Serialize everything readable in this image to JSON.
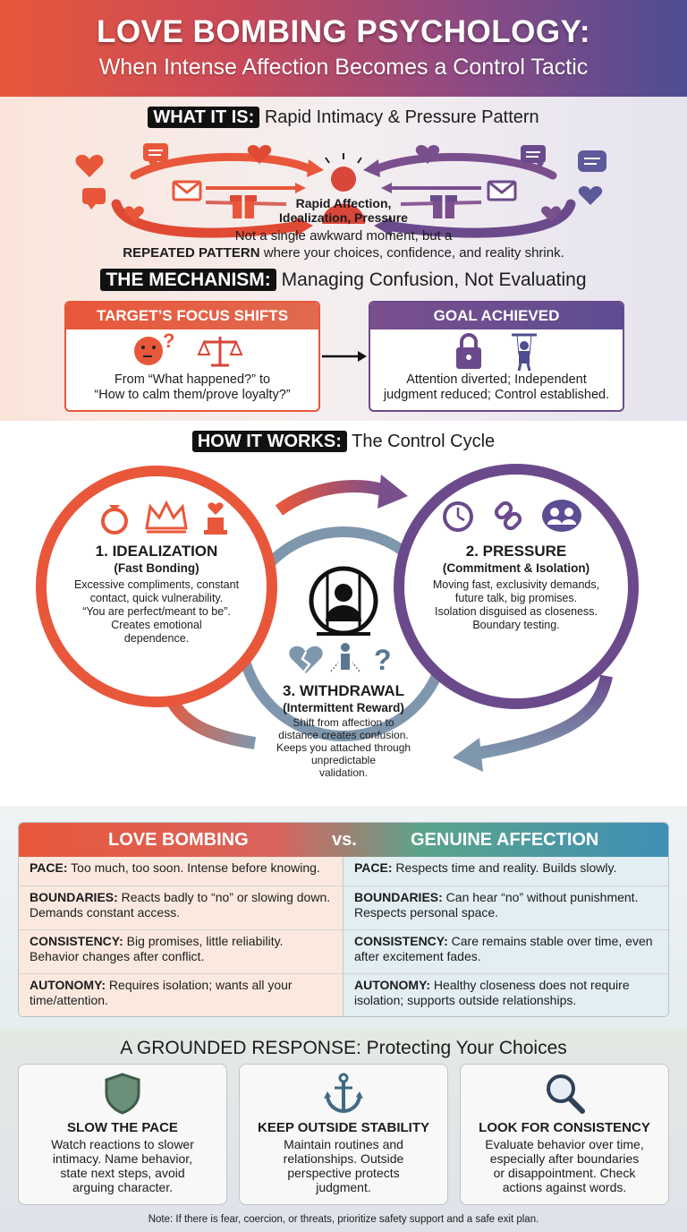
{
  "header": {
    "title": "LOVE BOMBING PSYCHOLOGY:",
    "subtitle": "When Intense Affection Becomes a Control Tactic"
  },
  "what": {
    "tag": "WHAT IT IS:",
    "title": "Rapid Intimacy & Pressure Pattern",
    "center_caption_1": "Rapid Affection,",
    "center_caption_2": "Idealization, Pressure",
    "summary_1": "Not a single awkward moment, but a",
    "summary_bold": "REPEATED PATTERN",
    "summary_2": " where your choices, confidence, and reality shrink."
  },
  "mechanism": {
    "tag": "THE MECHANISM:",
    "title": "Managing Confusion, Not Evaluating",
    "left": {
      "title": "TARGET’S FOCUS SHIFTS",
      "line1": "From “What happened?” to",
      "line2": "“How to calm them/prove loyalty?”"
    },
    "right": {
      "title": "GOAL ACHIEVED",
      "line1": "Attention diverted; Independent",
      "line2": "judgment reduced; Control established."
    }
  },
  "cycle": {
    "tag": "HOW IT WORKS:",
    "title": "The Control Cycle",
    "stage1": {
      "title": "1. IDEALIZATION",
      "sub": "(Fast Bonding)",
      "l1": "Excessive compliments, constant",
      "l2": "contact, quick vulnerability.",
      "l3": "“You are perfect/meant to be”.",
      "l4": "Creates emotional",
      "l5": "dependence."
    },
    "stage2": {
      "title": "2. PRESSURE",
      "sub": "(Commitment & Isolation)",
      "l1": "Moving fast, exclusivity demands,",
      "l2": "future talk, big promises.",
      "l3": "Isolation disguised as closeness.",
      "l4": "Boundary testing."
    },
    "stage3": {
      "title": "3. WITHDRAWAL",
      "sub": "(Intermittent Reward)",
      "l1": "Shift from affection to",
      "l2": "distance creates confusion.",
      "l3": "Keeps you attached through",
      "l4": "unpredictable",
      "l5": "validation."
    }
  },
  "compare": {
    "left_title": "LOVE BOMBING",
    "vs": "vs.",
    "right_title": "GENUINE AFFECTION",
    "rows": [
      {
        "lk": "PACE:",
        "lv": " Too much, too soon. Intense before knowing.",
        "rk": "PACE:",
        "rv": " Respects time and reality. Builds slowly."
      },
      {
        "lk": "BOUNDARIES:",
        "lv": " Reacts badly to “no” or slowing down. Demands constant access.",
        "rk": "BOUNDARIES:",
        "rv": " Can hear “no” without punishment. Respects personal space."
      },
      {
        "lk": "CONSISTENCY:",
        "lv": " Big promises, little reliability. Behavior changes after conflict.",
        "rk": "CONSISTENCY:",
        "rv": " Care remains stable over time, even after excitement fades."
      },
      {
        "lk": "AUTONOMY:",
        "lv": " Requires isolation; wants all your time/attention.",
        "rk": "AUTONOMY:",
        "rv": " Healthy closeness does not require isolation; supports outside relationships."
      }
    ]
  },
  "response": {
    "title": "A GROUNDED RESPONSE: Protecting Your Choices",
    "cards": [
      {
        "icon": "shield-icon",
        "title": "SLOW THE PACE",
        "l1": "Watch reactions to slower",
        "l2": "intimacy. Name behavior,",
        "l3": "state next steps, avoid",
        "l4": "arguing character."
      },
      {
        "icon": "anchor-icon",
        "title": "KEEP OUTSIDE STABILITY",
        "l1": "Maintain routines and",
        "l2": "relationships. Outside",
        "l3": "perspective protects",
        "l4": "judgment."
      },
      {
        "icon": "magnifier-icon",
        "title": "LOOK FOR CONSISTENCY",
        "l1": "Evaluate behavior over time,",
        "l2": "especially after boundaries",
        "l3": "or disappointment. Check",
        "l4": "actions against words."
      }
    ],
    "note": "Note: If there is fear, coercion, or threats, prioritize safety support and a safe exit plan."
  },
  "colors": {
    "coral": "#e8573a",
    "purple": "#6b4a8c",
    "slate": "#7f97ad",
    "green": "#5aa48c",
    "blue": "#3f8fb6"
  }
}
